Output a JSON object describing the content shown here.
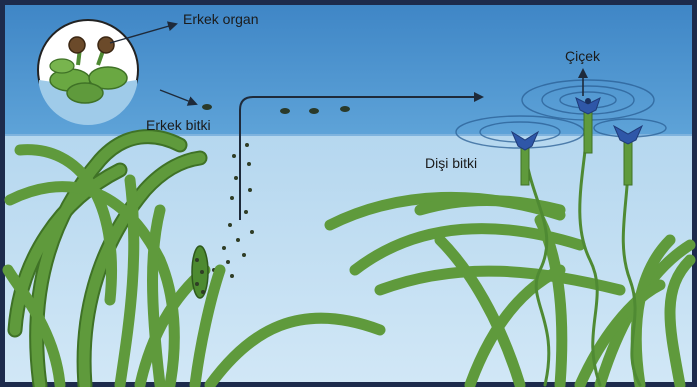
{
  "labels": {
    "male_organ": "Erkek organ",
    "male_plant": "Erkek bitki",
    "flower": "Çiçek",
    "female_plant": "Dişi bitki"
  },
  "colors": {
    "frame": "#1d2b4c",
    "water_surface": "#4a8fcb",
    "underwater": "#c3dff2",
    "leaf": "#5f9a3c",
    "leaf_dark": "#3f7226",
    "flower": "#2f57a8",
    "pollen": "#2f3d26",
    "arrow": "#1e2a3a"
  },
  "icons": [
    "male-flower-icon",
    "female-flower-icon",
    "pollen-icon",
    "arrow-icon",
    "magnifier-circle-icon"
  ]
}
